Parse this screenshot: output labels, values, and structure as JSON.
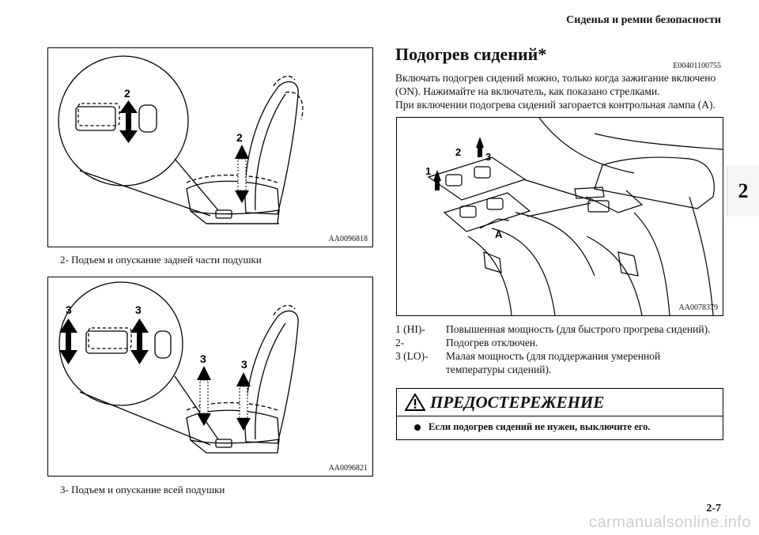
{
  "header": {
    "title": "Сиденья и ремни безопасности"
  },
  "tab": {
    "label": "2"
  },
  "figures": {
    "fig1": {
      "code": "AA0096818",
      "label_a": "2",
      "label_b": "2",
      "caption": "2-  Подъем и опускание задней части подушки"
    },
    "fig2": {
      "code": "AA0096821",
      "label_a": "3",
      "label_b": "3",
      "label_c": "3",
      "label_d": "3",
      "caption": "3-  Подъем и опускание всей подушки"
    },
    "fig3": {
      "code": "AA0078379",
      "label_1": "1",
      "label_2": "2",
      "label_3": "3",
      "label_a": "A"
    }
  },
  "section": {
    "title": "Подогрев сидений*",
    "code": "E00401100755",
    "body": [
      "Включать подогрев сидений можно, только когда зажигание включено",
      "(ON). Нажимайте на включатель, как показано стрелками.",
      "При включении подогрева сидений загорается контрольная лампа (A)."
    ]
  },
  "descriptions": [
    {
      "key": "1 (HI)-",
      "text": "Повышенная мощность (для быстрого прогрева сидений)."
    },
    {
      "key": "2-",
      "text": "Подогрев отключен."
    },
    {
      "key": "3 (LO)-",
      "text": "Малая мощность (для поддержания умеренной"
    },
    {
      "key": "",
      "text": "температуры сидений)."
    }
  ],
  "warning": {
    "title": "ПРЕДОСТЕРЕЖЕНИЕ",
    "item": "Если подогрев сидений не нужен, выключите его."
  },
  "footer": {
    "page": "2-7",
    "watermark": "carmanualsonline.info"
  }
}
